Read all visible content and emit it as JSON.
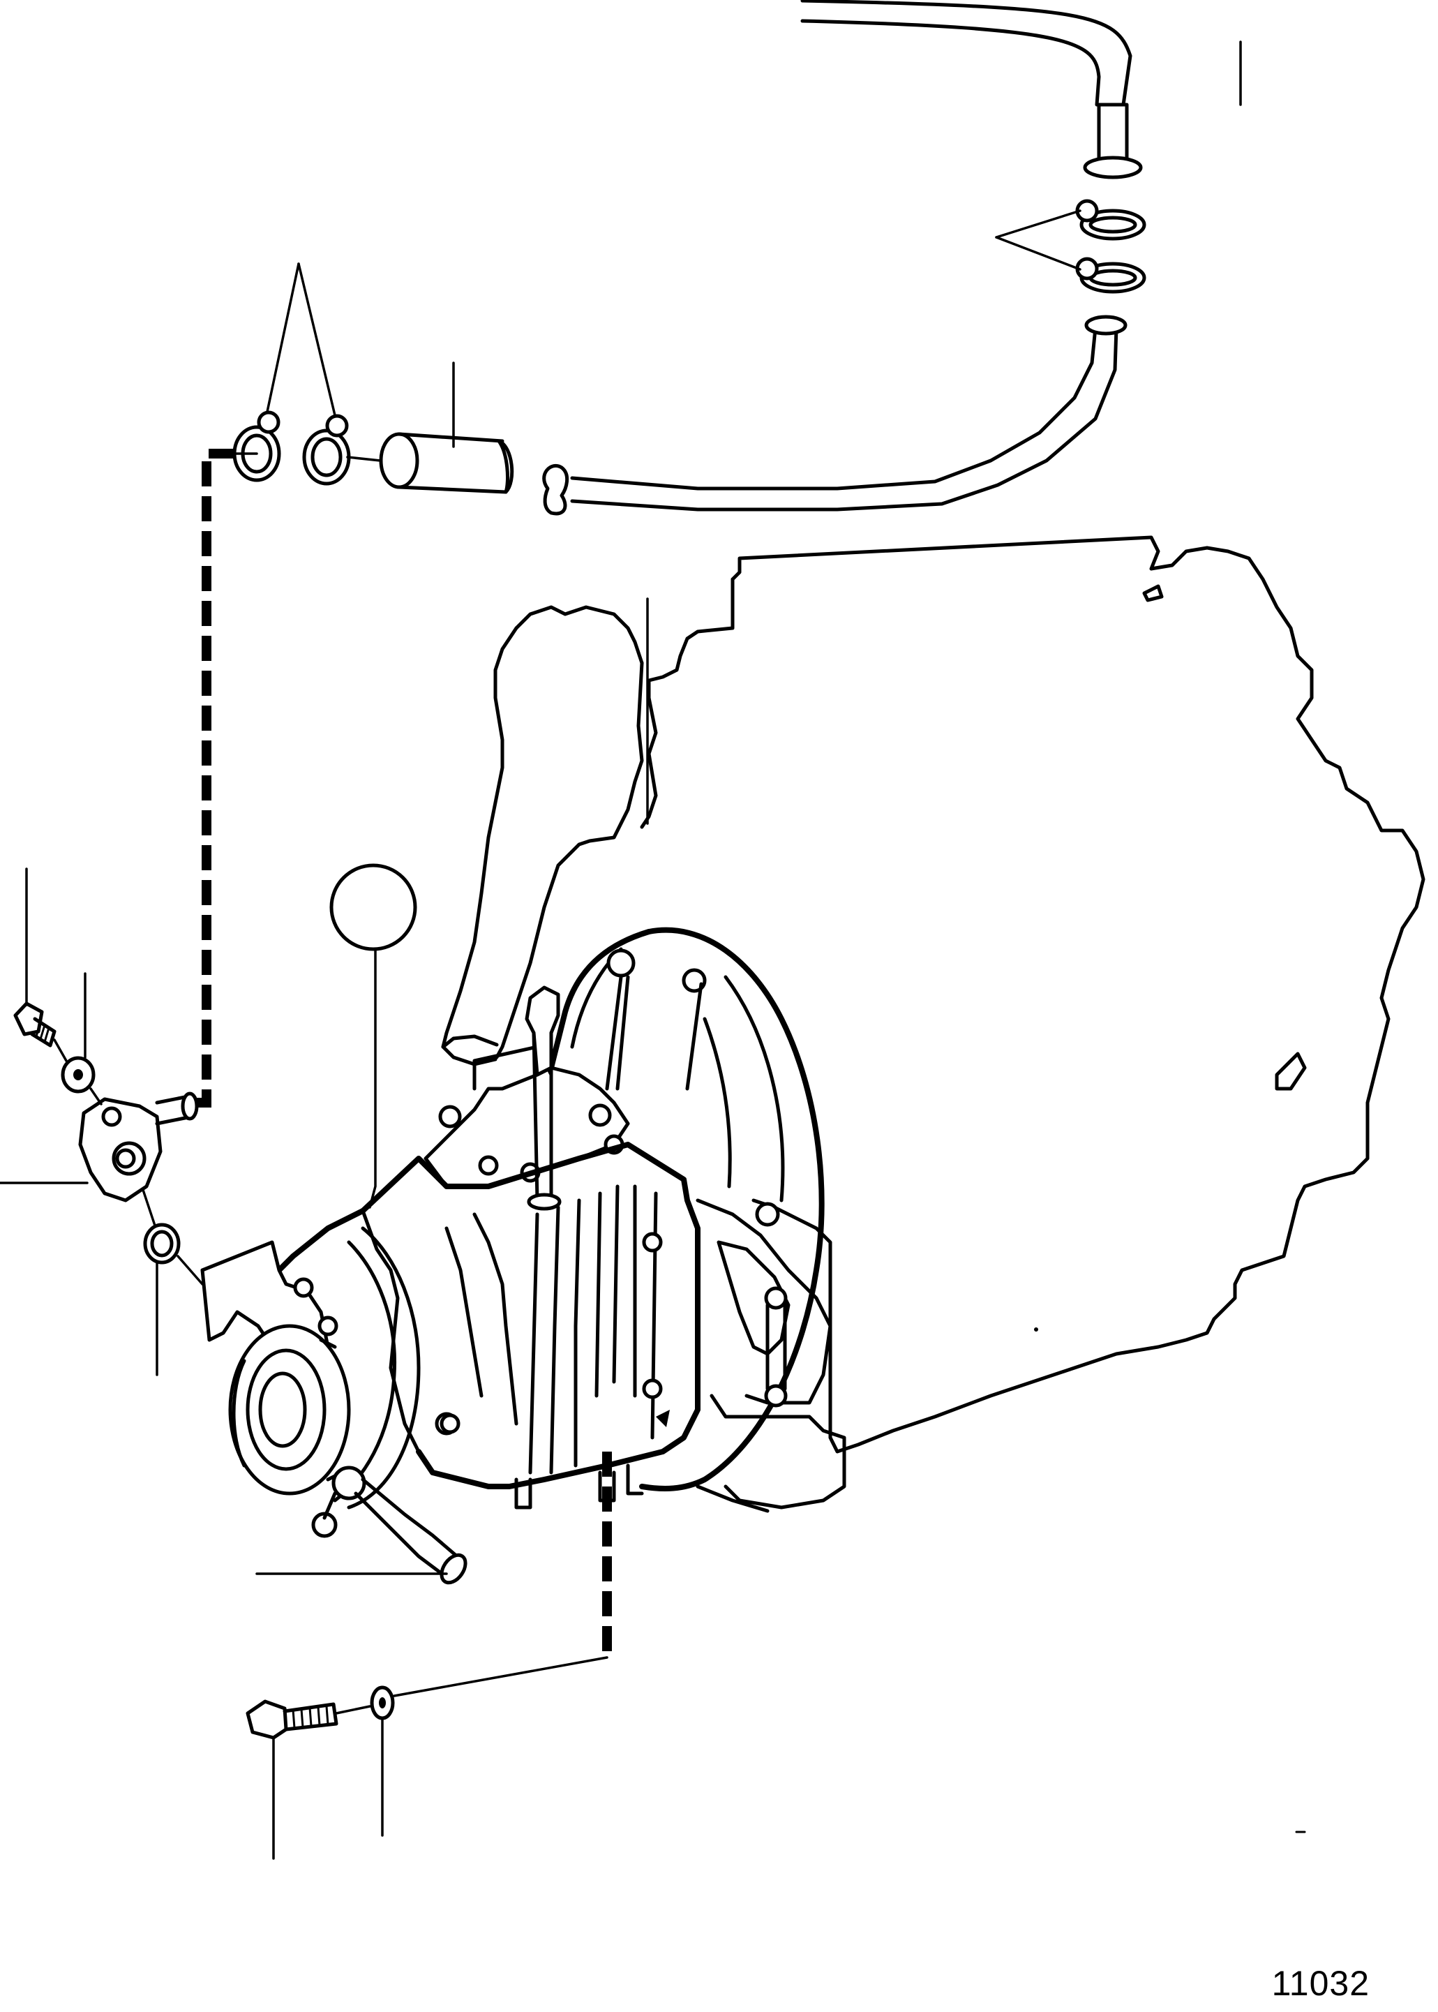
{
  "figure": {
    "number": "11032"
  },
  "parts": [
    {
      "id": "hose-clamps-upper",
      "icon": "hose-clamp-icon"
    },
    {
      "id": "hose-clamps-left",
      "icon": "hose-clamp-icon"
    },
    {
      "id": "connector-sleeve",
      "icon": "sleeve-icon"
    },
    {
      "id": "coolant-hose",
      "icon": "hose-icon"
    },
    {
      "id": "bracket",
      "icon": "bracket-icon"
    },
    {
      "id": "reverse-gear",
      "icon": "gearbox-icon"
    },
    {
      "id": "flange-screw",
      "icon": "screw-icon"
    },
    {
      "id": "flange-washer",
      "icon": "washer-icon"
    },
    {
      "id": "water-connection-flange",
      "icon": "flange-icon"
    },
    {
      "id": "o-ring",
      "icon": "o-ring-icon"
    },
    {
      "id": "oil-pipe",
      "icon": "pipe-icon"
    },
    {
      "id": "drain-screw",
      "icon": "screw-icon"
    },
    {
      "id": "drain-washer",
      "icon": "washer-icon"
    }
  ]
}
